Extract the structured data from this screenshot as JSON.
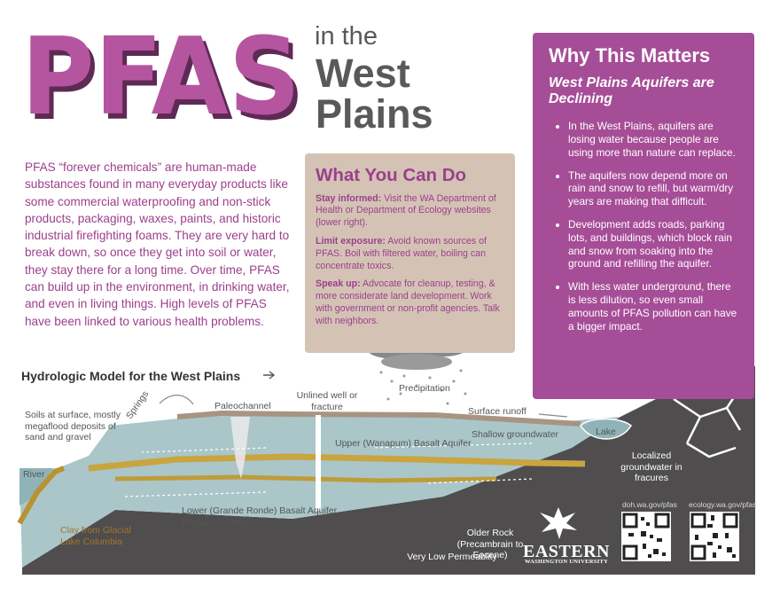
{
  "title": {
    "main": "PFAS",
    "line1": "in the",
    "line2": "West",
    "line3": "Plains"
  },
  "intro": "PFAS “forever chemicals” are human-made substances found in many everyday products like some commercial waterproofing and non-stick products, packaging, waxes, paints, and historic industrial firefighting foams. They are very hard to break down, so once they get into soil or water, they stay there for a long time. Over time, PFAS can build up in the environment, in drinking water, and even in living things. High levels of PFAS have been linked to various health problems.",
  "what_you_can_do": {
    "heading": "What You Can Do",
    "items": [
      {
        "label": "Stay informed:",
        "text": " Visit the WA Department of Health or Department of Ecology websites (lower right)."
      },
      {
        "label": "Limit exposure:",
        "text": " Avoid known sources of PFAS. Boil with filtered water, boiling can concentrate toxics."
      },
      {
        "label": "Speak up:",
        "text": " Advocate for cleanup, testing, & more considerate land development. Work with government or non-profit agencies. Talk with neighbors."
      }
    ]
  },
  "why": {
    "heading": "Why This Matters",
    "subheading": "West Plains Aquifers are Declining",
    "bullets": [
      "In the West Plains, aquifers are losing water because people are using more than nature can replace.",
      "The aquifers now depend more on rain and snow to refill, but warm/dry years are making that difficult.",
      "Development adds roads, parking lots, and buildings, which block rain and snow from soaking into the ground and refilling the aquifer.",
      "With less water underground, there is less dilution, so even small amounts of PFAS pollution can have a bigger impact."
    ]
  },
  "model": {
    "title": "Hydrologic Model for the West Plains",
    "labels": {
      "soils": "Soils at surface, mostly megaflood deposits of sand and gravel",
      "springs": "Springs",
      "paleochannel": "Paleochannel",
      "well": "Unlined well or fracture",
      "precipitation": "Precipitation",
      "runoff": "Surface runoff",
      "shallow": "Shallow groundwater",
      "lake": "Lake",
      "upper": "Upper (Wanapum) Basalt Aquifer",
      "river": "River",
      "localized": "Localized groundwater in fracures",
      "lower": "Lower (Grande Ronde) Basalt Aquifer",
      "partially": "Partially Confined",
      "clay": "Clay from Glacial Lake Columbia",
      "older": "Older Rock (Precambrain to Eocene)",
      "lowperm": "Very Low Permeablity"
    }
  },
  "footer": {
    "logo_name": "EASTERN",
    "logo_sub": "WASHINGTON UNIVERSITY",
    "url1": "doh.wa.gov/pfas",
    "url2": "ecology.wa.gov/pfas"
  },
  "colors": {
    "purple": "#a64d97",
    "beige": "#d4c3b5",
    "aquifer": "#aac6c9",
    "clay": "#b8932f",
    "rock": "#4f4d4e"
  }
}
